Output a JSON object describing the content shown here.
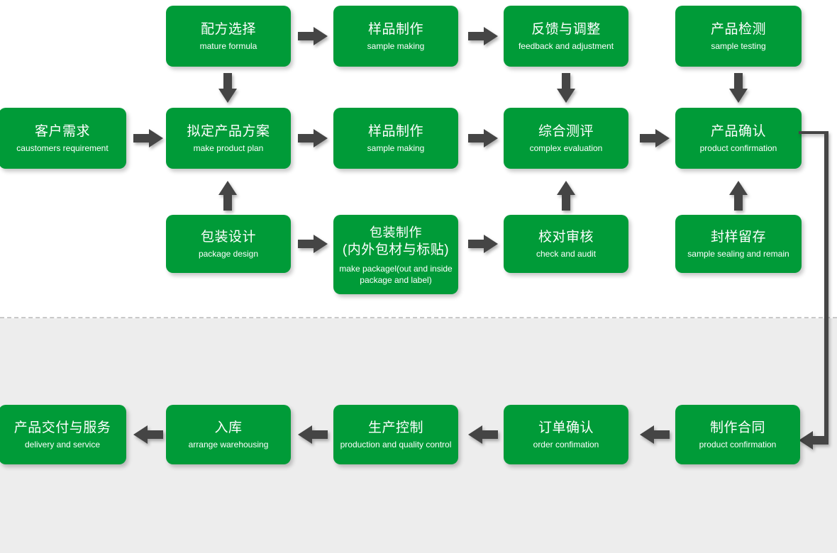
{
  "diagram": {
    "title": "Product development and delivery process flowchart",
    "colors": {
      "node_green": "#009b38",
      "arrow_gray": "#454545",
      "top_background": "#ffffff",
      "bottom_background": "#ededed",
      "divider": "#c9c9c9",
      "node_text": "#ffffff"
    },
    "sections": [
      {
        "name": "development-section",
        "background": "#ffffff"
      },
      {
        "name": "order-fulfillment-section",
        "background": "#ededed"
      }
    ],
    "rows": {
      "row1": {
        "name": "formula-and-testing-row",
        "nodes": [
          {
            "cn": "配方选择",
            "en": "mature formula"
          },
          {
            "cn": "样品制作",
            "en": "sample making"
          },
          {
            "cn": "反馈与调整",
            "en": "feedback and adjustment"
          },
          {
            "cn": "产品检测",
            "en": "sample testing"
          }
        ]
      },
      "row2": {
        "name": "main-process-row",
        "nodes": [
          {
            "cn": "客户需求",
            "en": "caustomers requirement"
          },
          {
            "cn": "拟定产品方案",
            "en": "make product plan"
          },
          {
            "cn": "样品制作",
            "en": "sample making"
          },
          {
            "cn": "综合测评",
            "en": "complex evaluation"
          },
          {
            "cn": "产品确认",
            "en": "product confirmation"
          }
        ]
      },
      "row3": {
        "name": "packaging-row",
        "nodes": [
          {
            "cn": "包装设计",
            "en": "package design"
          },
          {
            "cn": "包装制作",
            "cn2": "(内外包材与标贴)",
            "en_line1": "make packagel(out and inside",
            "en_line2": "package and label)"
          },
          {
            "cn": "校对审核",
            "en": "check and audit"
          },
          {
            "cn": "封样留存",
            "en": "sample sealing and remain"
          }
        ]
      },
      "row4": {
        "name": "delivery-row",
        "nodes": [
          {
            "cn": "产品交付与服务",
            "en": "delivery and service"
          },
          {
            "cn": "入库",
            "en": "arrange warehousing"
          },
          {
            "cn": "生产控制",
            "en": "production and quality control"
          },
          {
            "cn": "订单确认",
            "en": "order confimation"
          },
          {
            "cn": "制作合同",
            "en": "product confirmation"
          }
        ]
      }
    },
    "connectors": {
      "right_elbow": {
        "name": "product-confirmation-to-contract-connector",
        "from": "产品确认",
        "to": "制作合同",
        "direction": "right-down-left"
      }
    }
  }
}
